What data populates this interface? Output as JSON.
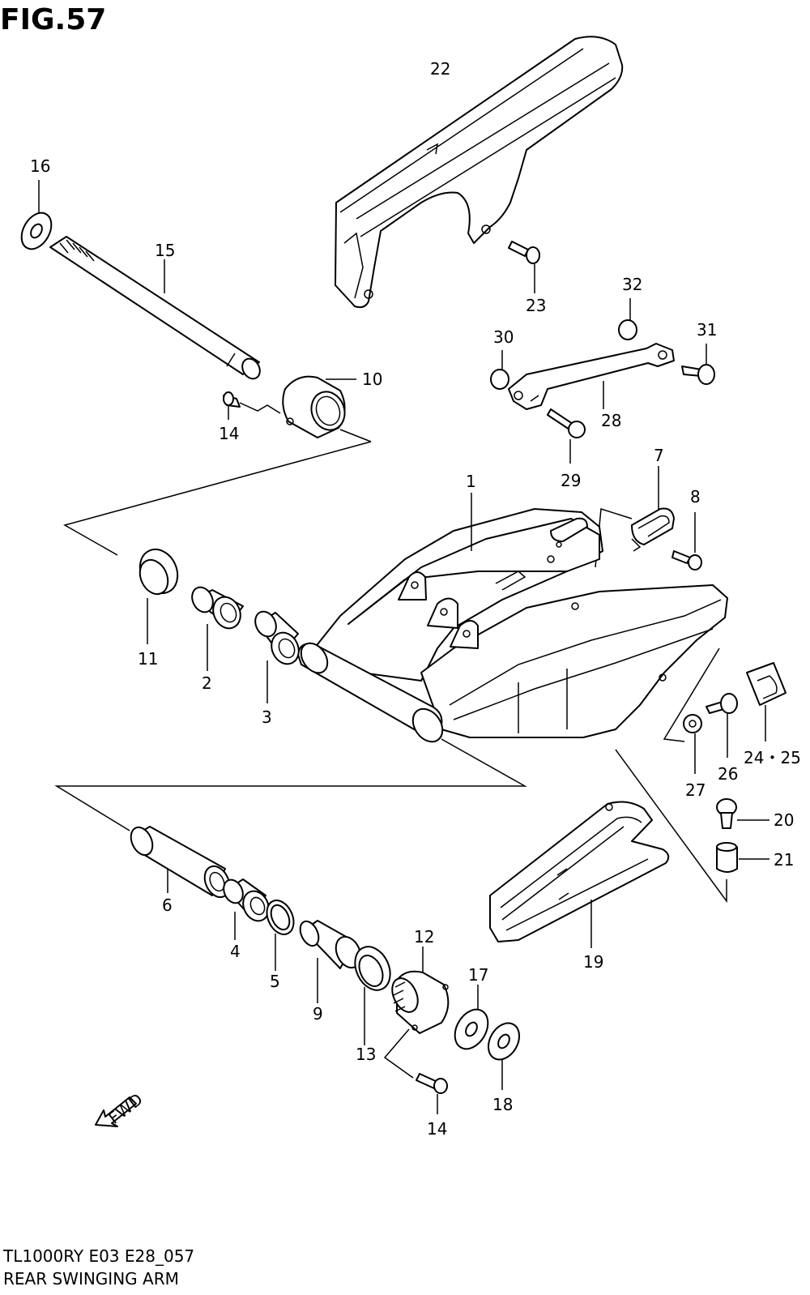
{
  "figure": {
    "title": "FIG.57",
    "code": "TL1000RY E03 E28_057",
    "name": "REAR SWINGING ARM",
    "fwd_label": "FWD"
  },
  "callouts": {
    "c1": "1",
    "c2": "2",
    "c3": "3",
    "c4": "4",
    "c5": "5",
    "c6": "6",
    "c7": "7",
    "c8": "8",
    "c9": "9",
    "c10": "10",
    "c11": "11",
    "c12": "12",
    "c13": "13",
    "c14a": "14",
    "c14b": "14",
    "c15": "15",
    "c16": "16",
    "c17": "17",
    "c18": "18",
    "c19": "19",
    "c20": "20",
    "c21": "21",
    "c22": "22",
    "c23": "23",
    "c24_25": "24・25",
    "c26": "26",
    "c27": "27",
    "c28": "28",
    "c29": "29",
    "c30": "30",
    "c31": "31",
    "c32": "32"
  }
}
